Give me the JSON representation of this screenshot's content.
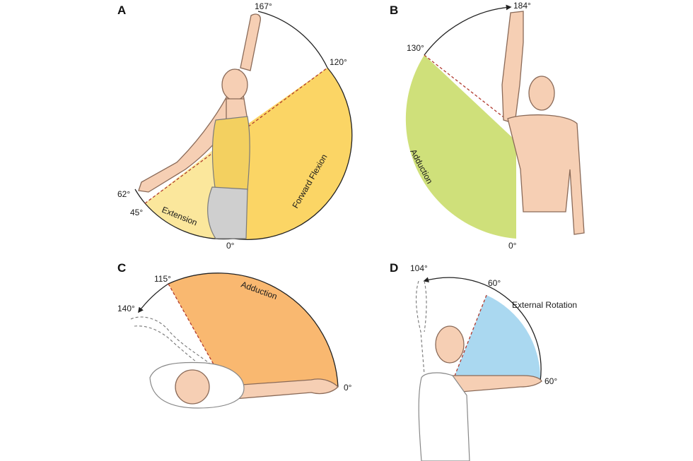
{
  "panels": {
    "A": {
      "letter": "A",
      "angle_top": "167°",
      "angle_flexion_end": "120°",
      "angle_ext_outer": "62°",
      "angle_ext_inner": "45°",
      "angle_zero": "0°",
      "flexion_label": "Forward Flexion",
      "extension_label": "Extension",
      "colors": {
        "flexion": "#fbd565",
        "extension": "#fbe79c"
      }
    },
    "B": {
      "letter": "B",
      "angle_top": "184°",
      "angle_adduction_end": "130°",
      "angle_zero": "0°",
      "adduction_label": "Adduction",
      "colors": {
        "adduction": "#cfe07a"
      }
    },
    "C": {
      "letter": "C",
      "angle_adduction_end": "115°",
      "angle_max": "140°",
      "angle_zero": "0°",
      "adduction_label": "Adduction",
      "colors": {
        "adduction": "#f9b870"
      }
    },
    "D": {
      "letter": "D",
      "angle_top": "104°",
      "angle_rotation_end": "60°",
      "angle_start": "60°",
      "rotation_label": "External Rotation",
      "colors": {
        "rotation": "#aad8f0"
      }
    }
  }
}
